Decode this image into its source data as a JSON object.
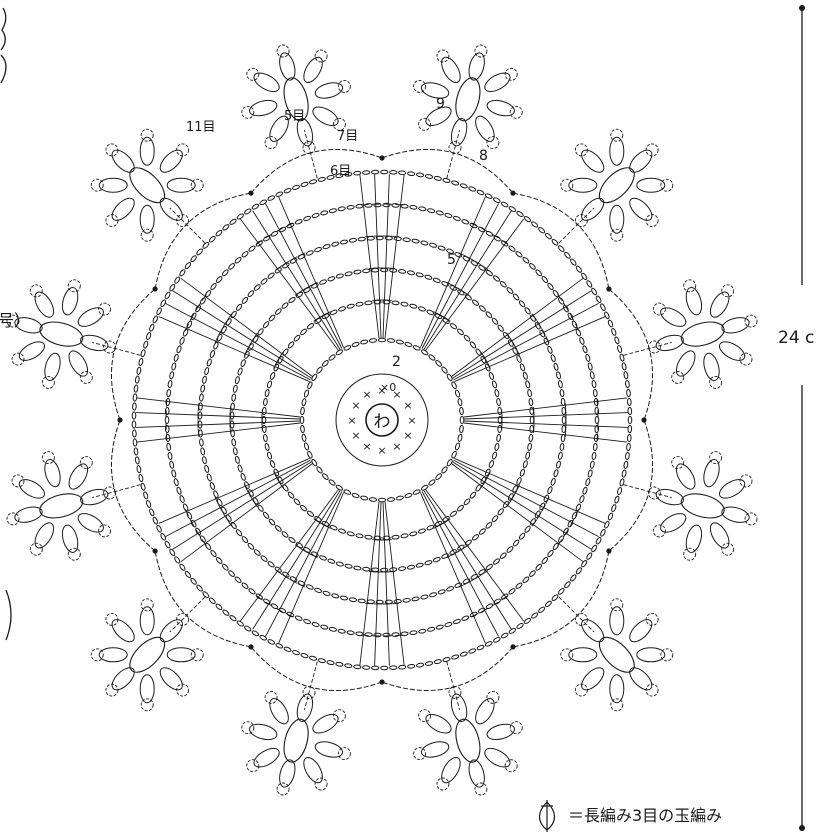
{
  "diagram": {
    "center_symbol": "わ",
    "row_labels": {
      "r2": "2",
      "r5": "5",
      "r8": "8",
      "r9": "9",
      "slip_mark": "×0"
    },
    "stitch_count_labels": {
      "five": "5目",
      "six": "6目",
      "seven": "7目",
      "eleven": "11目"
    },
    "dimension_label": "24 c",
    "edge_label": "号）",
    "legend_text": "＝長編み3目の玉編み",
    "legend_icon": "puff-stitch-icon",
    "line_color": "#1a1a1a",
    "background_color": "#ffffff"
  }
}
